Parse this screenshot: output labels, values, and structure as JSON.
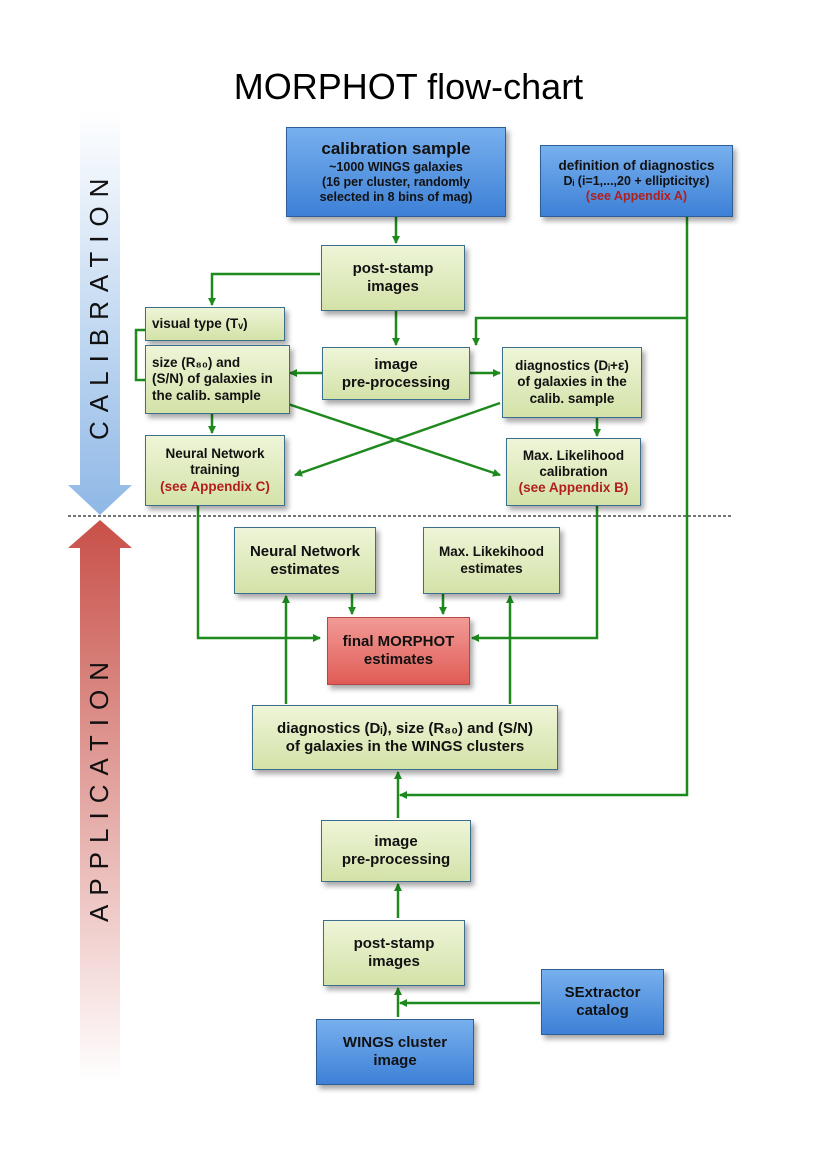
{
  "title": "MORPHOT flow-chart",
  "side_labels": {
    "calibration": "CALIBRATION",
    "application": "APPLICATION"
  },
  "colors": {
    "green_box": "#d8e6b0",
    "blue_box": "#4b8de0",
    "red_box": "#e8706a",
    "arrow": "#1e8a1e",
    "reference": "#b21e1e"
  },
  "boxes": {
    "calibration_sample": {
      "line1": "calibration sample",
      "line2": "~1000 WINGS galaxies",
      "line3": "(16 per cluster, randomly",
      "line4": "selected in 8 bins of mag)"
    },
    "definition_diagnostics": {
      "line1": "definition of diagnostics",
      "line2": "Dᵢ (i=1,...,20 + ellipticityε)",
      "ref": "(see Appendix A)"
    },
    "post_stamp_top": {
      "line1": "post-stamp",
      "line2": "images"
    },
    "visual_type": {
      "label": "visual type (Tᵥ)"
    },
    "size_sn": {
      "line1": "size (R₈₀) and",
      "line2": "(S/N) of galaxies in",
      "line3": "the calib. sample"
    },
    "preprocessing_top": {
      "line1": "image",
      "line2": "pre-processing"
    },
    "diagnostics_calib": {
      "line1": "diagnostics (Dᵢ+ε)",
      "line2": "of galaxies in the",
      "line3": "calib. sample"
    },
    "nn_training": {
      "line1": "Neural Network",
      "line2": "training",
      "ref": "(see Appendix C)"
    },
    "ml_calibration": {
      "line1": "Max. Likelihood",
      "line2": "calibration",
      "ref": "(see Appendix B)"
    },
    "nn_estimates": {
      "line1": "Neural Network",
      "line2": "estimates"
    },
    "ml_estimates": {
      "line1": "Max. Likekihood",
      "line2": "estimates"
    },
    "final_estimates": {
      "line1": "final MORPHOT",
      "line2": "estimates"
    },
    "diagnostics_wings": {
      "line1": "diagnostics (Dᵢ), size (R₈₀) and (S/N)",
      "line2": "of galaxies in the WINGS clusters"
    },
    "preprocessing_bottom": {
      "line1": "image",
      "line2": "pre-processing"
    },
    "post_stamp_bottom": {
      "line1": "post-stamp",
      "line2": "images"
    },
    "sextractor": {
      "line1": "SExtractor",
      "line2": "catalog"
    },
    "wings_image": {
      "line1": "WINGS cluster",
      "line2": "image"
    }
  }
}
